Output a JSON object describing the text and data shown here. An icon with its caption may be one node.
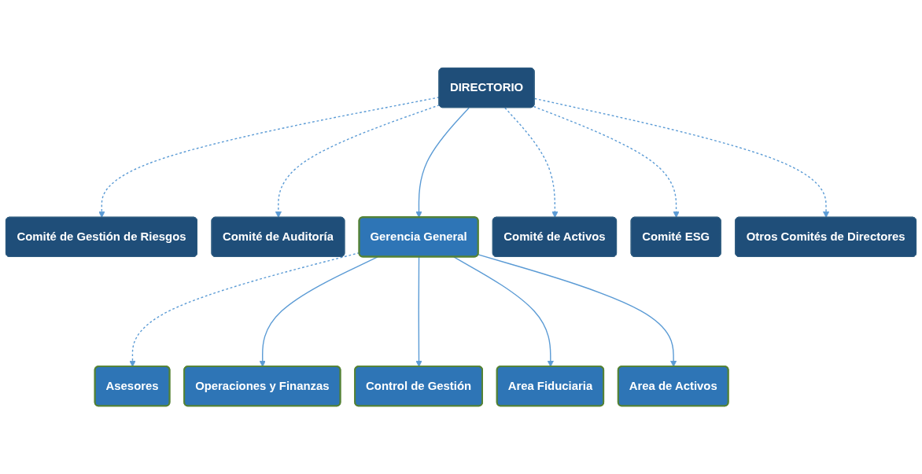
{
  "diagram": {
    "nodes": [
      {
        "text": [
          "DIRECTORIO"
        ]
      },
      {
        "text": [
          "Comité de Gestión de Riesgos"
        ]
      },
      {
        "text": [
          "Comité de Auditoría"
        ]
      },
      {
        "text": [
          "Comité de Activos"
        ]
      },
      {
        "text": [
          "Comité ESG"
        ]
      },
      {
        "text": [
          "Otros Comités de Directores"
        ]
      },
      {
        "text": [
          "Gerencia General"
        ]
      },
      {
        "text": [
          "Asesores"
        ]
      },
      {
        "text": [
          "Operaciones y Finanzas"
        ]
      },
      {
        "text": [
          "Control de Gestión"
        ]
      },
      {
        "text": [
          "Area Fiduciaria"
        ]
      },
      {
        "text": [
          "Area de Activos"
        ]
      }
    ],
    "edges": [
      {
        "from": 0,
        "to": 1,
        "arrow": "to",
        "style": "dashed"
      },
      {
        "from": 0,
        "to": 2,
        "arrow": "to",
        "style": "dashed"
      },
      {
        "from": 0,
        "to": 3,
        "arrow": "to",
        "style": "dashed"
      },
      {
        "from": 0,
        "to": 4,
        "arrow": "to",
        "style": "dashed"
      },
      {
        "from": 0,
        "to": 5,
        "arrow": "to",
        "style": "dashed"
      },
      {
        "from": 0,
        "to": 6,
        "arrow": "to"
      },
      {
        "from": 6,
        "to": 7,
        "arrow": "to",
        "style": "dashed"
      },
      {
        "from": 6,
        "to": 8,
        "arrow": "to"
      },
      {
        "from": 6,
        "to": 9,
        "arrow": "to"
      },
      {
        "from": 6,
        "to": 10,
        "arrow": "to"
      },
      {
        "from": 6,
        "to": 11,
        "arrow": "to"
      }
    ]
  }
}
